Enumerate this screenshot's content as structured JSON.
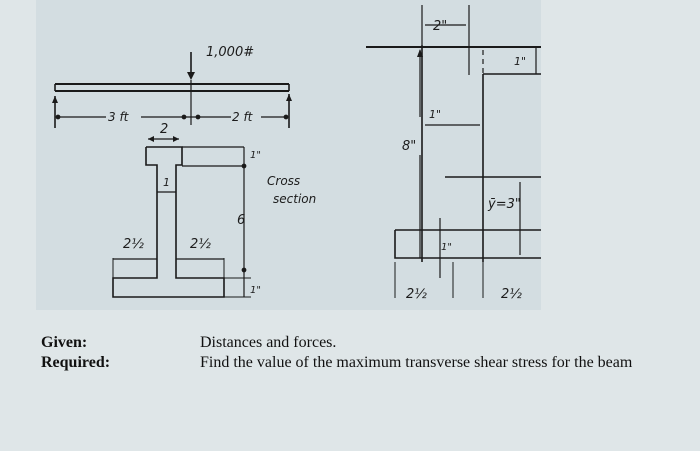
{
  "figure": {
    "beam_diagram": {
      "load_label": "1,000#",
      "left_span_label": "3 ft",
      "right_span_label": "2 ft"
    },
    "cross_section": {
      "caption_line1": "Cross",
      "caption_line2": "section",
      "top_flange_width": "2",
      "top_flange_thickness": "1\"",
      "web_thickness": "1",
      "web_height": "6",
      "bottom_flange_thickness": "1\"",
      "left_overhang": "2½",
      "right_overhang": "2½"
    },
    "detail_section": {
      "top_width": "2\"",
      "top_thickness": "1\"",
      "web_thickness": "1\"",
      "total_height": "8\"",
      "centroid_label": "ȳ=3\"",
      "flange_thickness": "1\"",
      "left_overhang": "2½",
      "right_overhang": "2½"
    }
  },
  "problem": {
    "given_label": "Given:",
    "given_text": "Distances and forces.",
    "required_label": "Required:",
    "required_text": "Find the value of the maximum transverse shear stress for the beam"
  }
}
